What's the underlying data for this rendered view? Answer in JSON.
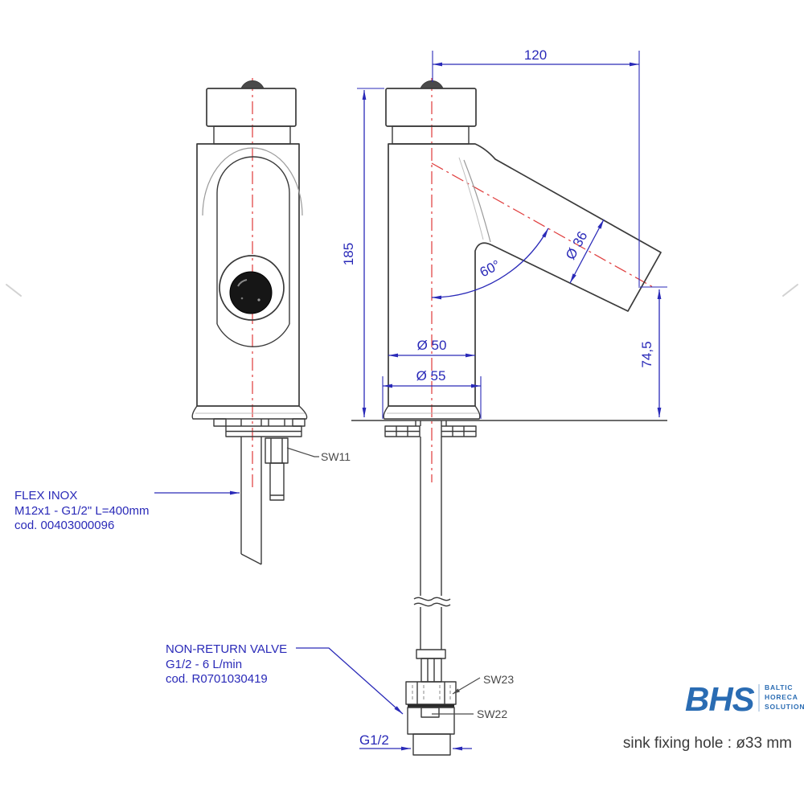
{
  "drawing": {
    "dims": {
      "width": "120",
      "height": "185",
      "angle": "60°",
      "spout_dia": "Ø 36",
      "body_dia": "Ø 50",
      "base_dia": "Ø 55",
      "spout_height": "74,5",
      "thread": "G1/2"
    },
    "labels": {
      "sw11": "SW11",
      "sw23": "SW23",
      "sw22": "SW22"
    },
    "callouts": {
      "flex": [
        "FLEX INOX",
        "M12x1 - G1/2\" L=400mm",
        "cod. 00403000096"
      ],
      "valve": [
        "NON-RETURN VALVE",
        "G1/2 - 6 L/min",
        "cod. R0701030419"
      ]
    },
    "colors": {
      "dimension_blue": "#2a2ab8",
      "centerline_red": "#e04040",
      "outline_dark": "#3a3a3a",
      "logo_blue": "#2a6cb3"
    }
  },
  "footer": {
    "logo": {
      "name": "BHS",
      "tagline": [
        "BALTIC",
        "HORECA",
        "SOLUTIONS"
      ]
    },
    "note": "sink fixing hole : ø33 mm"
  }
}
